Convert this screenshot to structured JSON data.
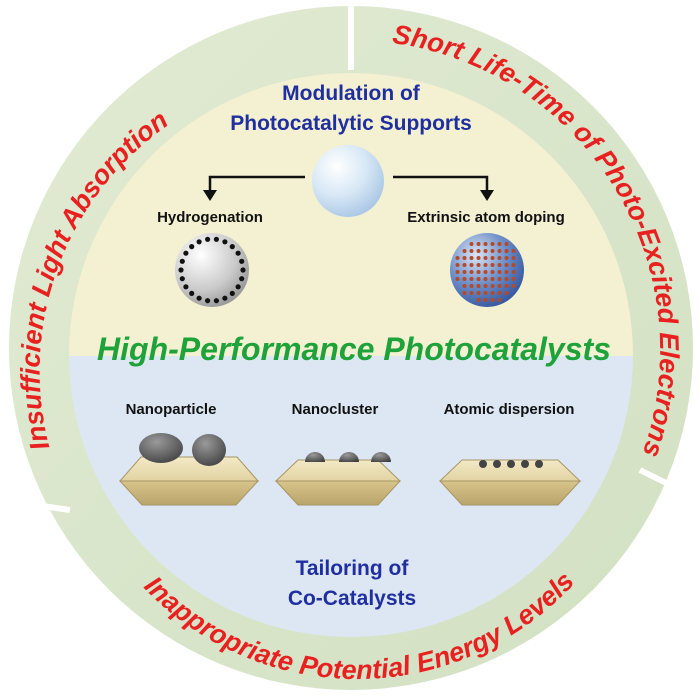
{
  "outer_ring": {
    "left_label": "Insufficient Light Absorption",
    "right_label": "Short Life-Time of Photo-Excited Electrons",
    "bottom_label": "Inappropriate Potential Energy Levels"
  },
  "supports": {
    "title_line1": "Modulation of",
    "title_line2": "Photocatalytic Supports",
    "left_method": "Hydrogenation",
    "right_method": "Extrinsic atom doping"
  },
  "center": {
    "title": "High-Performance Photocatalysts"
  },
  "cocatalysts": {
    "items": [
      "Nanoparticle",
      "Nanocluster",
      "Atomic dispersion"
    ],
    "title_line1": "Tailoring of",
    "title_line2": "Co-Catalysts"
  },
  "colors": {
    "ring": "#d9e6c9",
    "upper_fill": "#f4f0d2",
    "lower_fill": "#dde7f3",
    "red_text": "#e8201f",
    "blue_text": "#1f2f9f",
    "green_text": "#1ea23a"
  }
}
